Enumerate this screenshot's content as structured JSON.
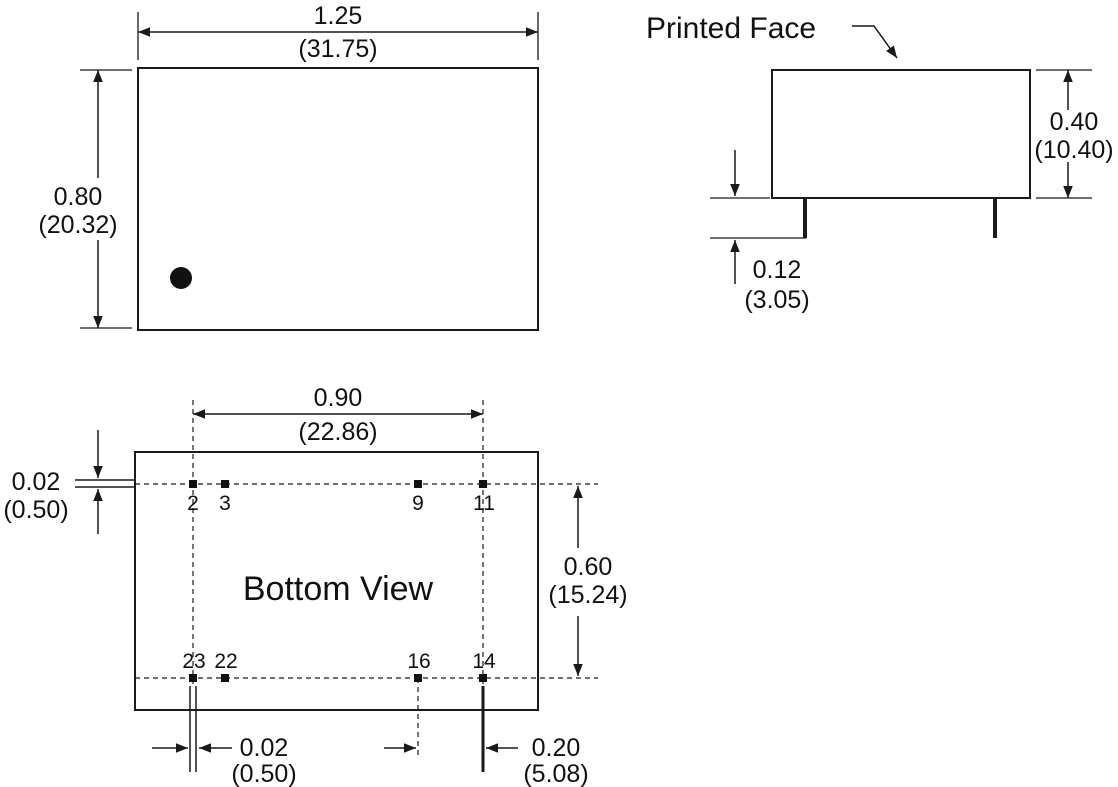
{
  "diagram": {
    "top_view": {
      "width_in": "1.25",
      "width_mm": "(31.75)",
      "height_in": "0.80",
      "height_mm": "(20.32)"
    },
    "side_view": {
      "label": "Printed Face",
      "height_in": "0.40",
      "height_mm": "(10.40)",
      "pin_len_in": "0.12",
      "pin_len_mm": "(3.05)"
    },
    "bottom_view": {
      "label": "Bottom View",
      "span_in": "0.90",
      "span_mm": "(22.86)",
      "row_span_in": "0.60",
      "row_span_mm": "(15.24)",
      "pin_w_left_in": "0.02",
      "pin_w_left_mm": "(0.50)",
      "pin_w_bottom_in": "0.02",
      "pin_w_bottom_mm": "(0.50)",
      "pitch_in": "0.20",
      "pitch_mm": "(5.08)",
      "pins_top": [
        "2",
        "3",
        "9",
        "11"
      ],
      "pins_bottom": [
        "23",
        "22",
        "16",
        "14"
      ]
    }
  }
}
